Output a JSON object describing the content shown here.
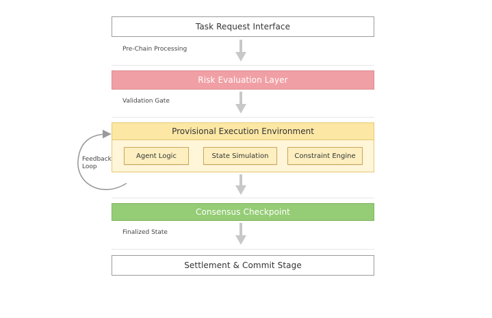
{
  "stages": {
    "task_request": "Task Request Interface",
    "risk_evaluation": "Risk Evaluation Layer",
    "consensus": "Consensus Checkpoint",
    "settlement": "Settlement & Commit Stage"
  },
  "execution_environment": {
    "title": "Provisional Execution Environment",
    "components": [
      "Agent Logic",
      "State Simulation",
      "Constraint Engine"
    ]
  },
  "transitions": {
    "pre_chain": "Pre-Chain Processing",
    "validation": "Validation Gate",
    "finalized": "Finalized State"
  },
  "feedback_loop": {
    "line1": "Feedback",
    "line2": "Loop"
  },
  "colors": {
    "risk": "#f0a0a5",
    "execution": "#fce7a4",
    "consensus": "#95cc76",
    "arrow": "#c8c8c8"
  }
}
